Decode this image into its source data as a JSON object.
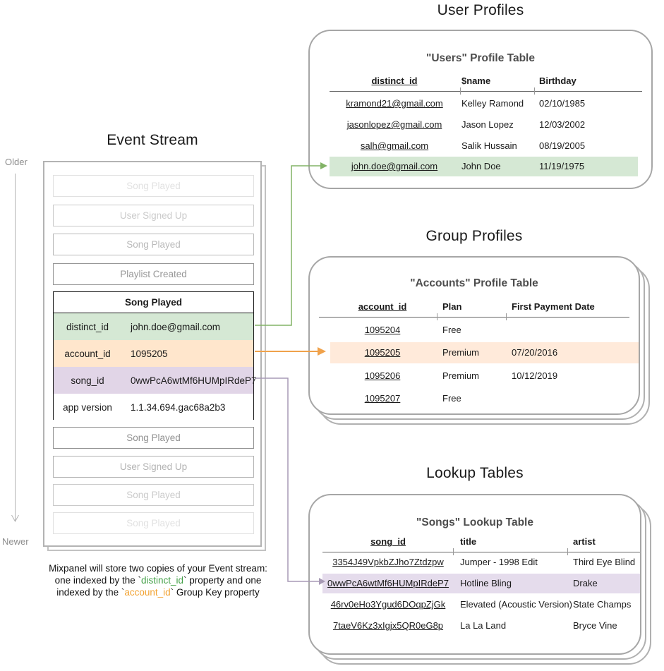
{
  "colors": {
    "green_fill": "#d5e8d4",
    "green_line": "#82b366",
    "orange_fill": "#ffe6cc",
    "orange_hl_fill": "#ffeada",
    "orange_line": "#f0a24b",
    "purple_fill": "#e1d5e7",
    "purple_hl_fill": "#e5dcec",
    "purple_line": "#a79ab5",
    "caption_green": "#43a047",
    "caption_orange": "#f2a230",
    "timeline_gray": "#b3b3b3",
    "card_border": "#a6a6a6"
  },
  "event_stream": {
    "title": "Event Stream",
    "older_label": "Older",
    "newer_label": "Newer",
    "events_before": [
      {
        "label": "Song Played",
        "fade": 0.25
      },
      {
        "label": "User Signed Up",
        "fade": 0.45
      },
      {
        "label": "Song Played",
        "fade": 0.6
      },
      {
        "label": "Playlist Created",
        "fade": 0.9
      }
    ],
    "event_card": {
      "title": "Song Played",
      "rows": [
        {
          "key": "distinct_id",
          "value": "john.doe@gmail.com",
          "fill": "#d5e8d4"
        },
        {
          "key": "account_id",
          "value": "1095205",
          "fill": "#ffe6cc"
        },
        {
          "key": "song_id",
          "value": "0wwPcA6wtMf6HUMpIRdeP7",
          "fill": "#e1d5e7"
        },
        {
          "key": "app version",
          "value": "1.1.34.694.gac68a2b3",
          "fill": "#ffffff"
        }
      ]
    },
    "events_after": [
      {
        "label": "Song Played",
        "fade": 0.95
      },
      {
        "label": "User Signed Up",
        "fade": 0.65
      },
      {
        "label": "Song Played",
        "fade": 0.45
      },
      {
        "label": "Song Played",
        "fade": 0.25
      }
    ]
  },
  "user_profiles": {
    "section_title": "User Profiles",
    "table_title": "\"Users\" Profile Table",
    "columns": [
      "distinct_id",
      "$name",
      "Birthday"
    ],
    "rows": [
      [
        "kramond21@gmail.com",
        "Kelley Ramond",
        "02/10/1985"
      ],
      [
        "jasonlopez@gmail.com",
        "Jason Lopez",
        "12/03/2002"
      ],
      [
        "salh@gmail.com",
        "Salik Hussain",
        "08/19/2005"
      ],
      [
        "john.doe@gmail.com",
        "John Doe",
        "11/19/1975"
      ]
    ],
    "highlighted_row_index": 3
  },
  "group_profiles": {
    "section_title": "Group Profiles",
    "table_title": "\"Accounts\" Profile Table",
    "columns": [
      "account_id",
      "Plan",
      "First Payment Date"
    ],
    "rows": [
      [
        "1095204",
        "Free",
        ""
      ],
      [
        "1095205",
        "Premium",
        "07/20/2016"
      ],
      [
        "1095206",
        "Premium",
        "10/12/2019"
      ],
      [
        "1095207",
        "Free",
        ""
      ]
    ],
    "highlighted_row_index": 1
  },
  "lookup_tables": {
    "section_title": "Lookup Tables",
    "table_title": "\"Songs\" Lookup Table",
    "columns": [
      "song_id",
      "title",
      "artist"
    ],
    "rows": [
      [
        "3354J49VpkbZJho7Ztdzpw",
        "Jumper - 1998 Edit",
        "Third Eye Blind"
      ],
      [
        "0wwPcA6wtMf6HUMpIRdeP7",
        "Hotline Bling",
        "Drake"
      ],
      [
        "46rv0eHo3Ygud6DOqpZjGk",
        "Elevated (Acoustic Version)",
        "State Champs"
      ],
      [
        "7taeV6Kz3xIgjx5QR0eG8p",
        "La La Land",
        "Bryce Vine"
      ]
    ],
    "highlighted_row_index": 1
  },
  "caption": {
    "line1": "Mixpanel will store two copies of your Event stream:",
    "line2_pre": "one indexed by the `",
    "line2_key": "distinct_id",
    "line2_post": "` property and one",
    "line3_pre": "indexed by the `",
    "line3_key": "account_id",
    "line3_post": "` Group Key property"
  }
}
